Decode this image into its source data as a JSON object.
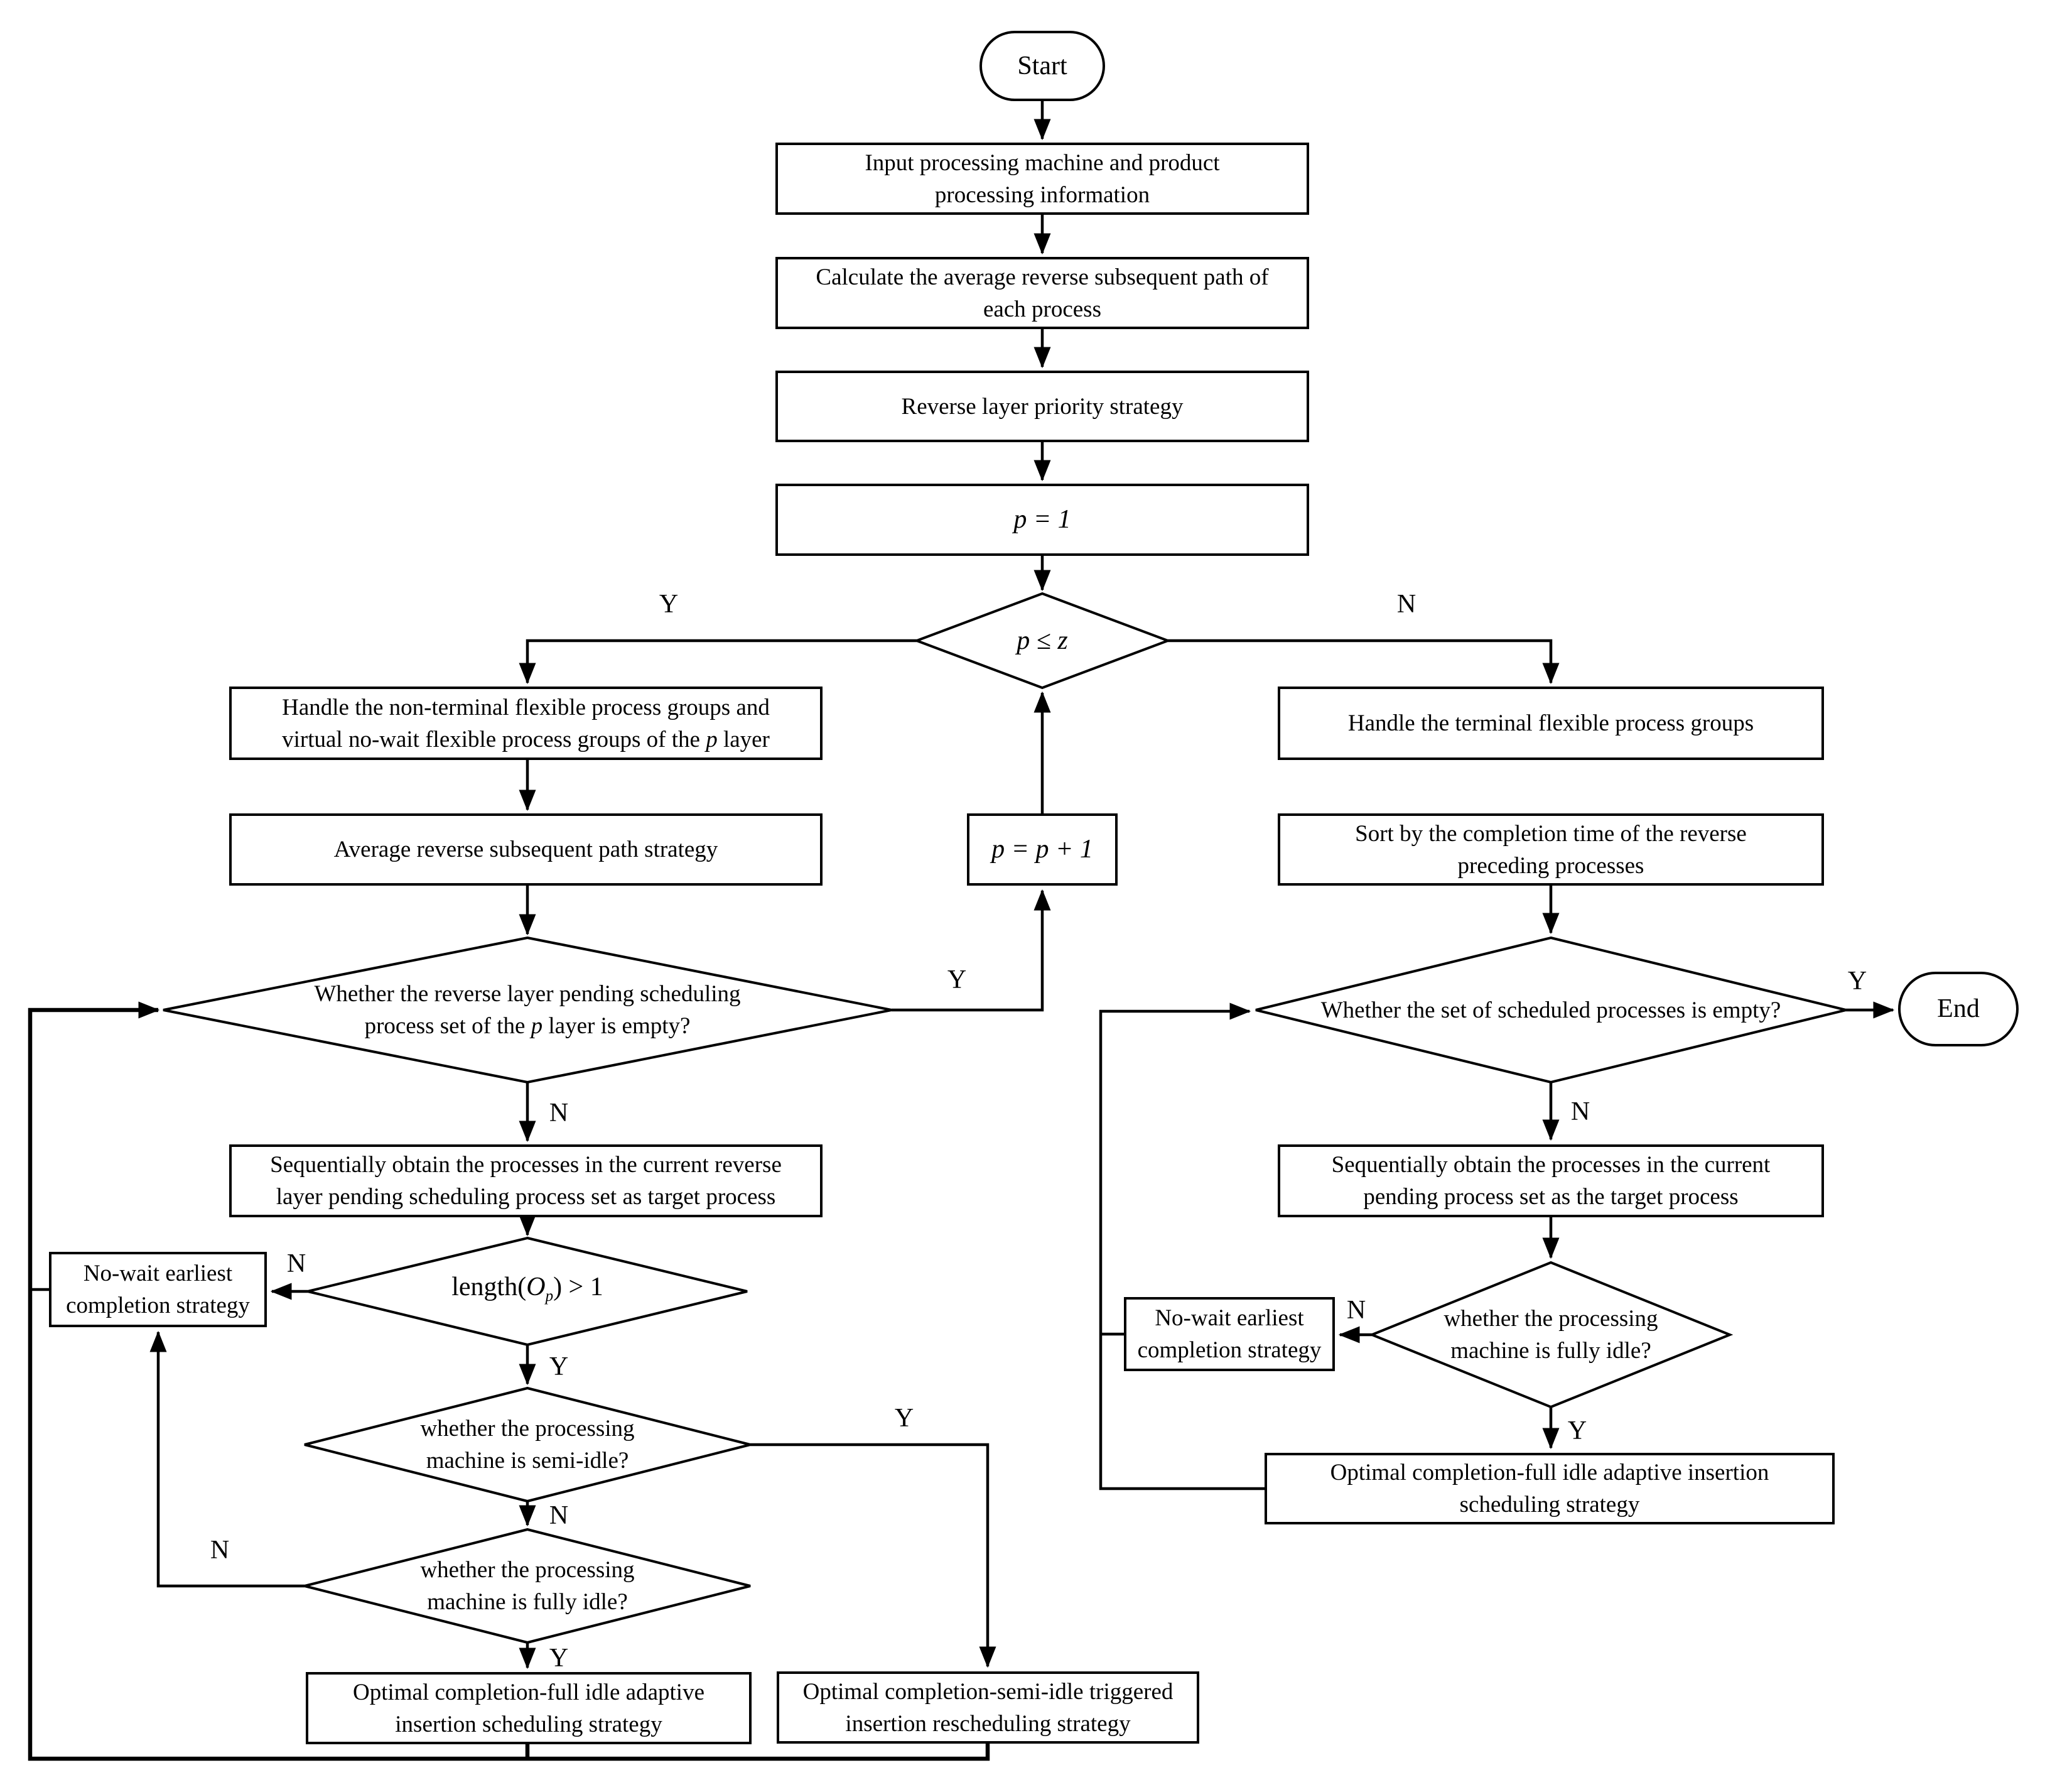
{
  "figure": {
    "background_color": "#ffffff",
    "line_color": "#000000",
    "type": "flowchart"
  },
  "nodes": {
    "start": {
      "label": "Start"
    },
    "end": {
      "label": "End"
    },
    "input_info": {
      "lines": [
        "Input processing machine and product",
        "processing information"
      ]
    },
    "calc_path": {
      "lines": [
        "Calculate the average reverse subsequent path of",
        "each process"
      ]
    },
    "layer_priority": {
      "lines": [
        "Reverse layer priority strategy"
      ]
    },
    "p_init": {
      "label": "p = 1"
    },
    "p_le_z": {
      "label": "p ≤ z"
    },
    "p_increment": {
      "label": "p = p + 1"
    },
    "handle_nonterminal": {
      "line1": "Handle the non-terminal flexible process groups and",
      "line2_pre": "virtual no-wait flexible process groups of the ",
      "line2_var": "p",
      "line2_post": " layer"
    },
    "avg_path_strategy": {
      "lines": [
        "Average reverse subsequent path strategy"
      ]
    },
    "layer_set_empty": {
      "line1": "Whether the reverse layer pending scheduling",
      "line2_pre": "process set of the ",
      "line2_var": "p",
      "line2_post": " layer is empty?"
    },
    "get_target_left": {
      "lines": [
        "Sequentially obtain the processes in the current reverse",
        "layer pending scheduling process set as target process"
      ]
    },
    "length_check": {
      "pre": "length(",
      "var": "O",
      "sub": "p",
      "post": ") > 1"
    },
    "no_wait_left": {
      "lines": [
        "No-wait earliest",
        "completion strategy"
      ]
    },
    "semi_idle": {
      "lines": [
        "whether the processing",
        "machine is semi-idle?"
      ]
    },
    "fully_idle_left": {
      "lines": [
        "whether the processing",
        "machine is fully idle?"
      ]
    },
    "full_idle_left": {
      "lines": [
        "Optimal completion-full idle adaptive",
        "insertion scheduling strategy"
      ]
    },
    "semi_idle_trigger": {
      "lines": [
        "Optimal completion-semi-idle triggered",
        "insertion rescheduling strategy"
      ]
    },
    "handle_terminal": {
      "lines": [
        "Handle the terminal flexible process groups"
      ]
    },
    "sort_completion": {
      "lines": [
        "Sort by the completion time of the reverse",
        "preceding processes"
      ]
    },
    "scheduled_empty": {
      "lines": [
        "Whether the  set of scheduled processes is empty?"
      ]
    },
    "get_target_right": {
      "lines": [
        "Sequentially obtain the processes in the current",
        "pending process set as the target process"
      ]
    },
    "fully_idle_right": {
      "lines": [
        "whether the processing",
        "machine is fully idle?"
      ]
    },
    "no_wait_right": {
      "lines": [
        "No-wait earliest",
        "completion strategy"
      ]
    },
    "full_idle_right": {
      "lines": [
        "Optimal completion-full idle adaptive insertion",
        "scheduling strategy"
      ]
    }
  },
  "edge_labels": {
    "p_le_z_yes": "Y",
    "p_le_z_no": "N",
    "layer_empty_yes": "Y",
    "layer_empty_no": "N",
    "length_no": "N",
    "length_yes": "Y",
    "semi_idle_yes": "Y",
    "semi_idle_no": "N",
    "fully_idle_left_no": "N",
    "fully_idle_left_yes": "Y",
    "scheduled_empty_yes": "Y",
    "scheduled_empty_no": "N",
    "fully_idle_right_no": "N",
    "fully_idle_right_yes": "Y"
  }
}
